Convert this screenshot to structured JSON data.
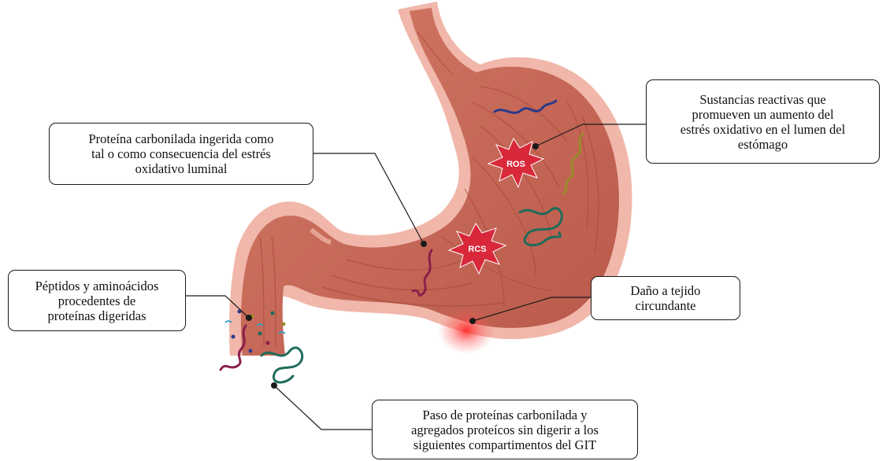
{
  "callouts": {
    "ingested_protein": {
      "lines": [
        "Proteína carbonilada ingerida como",
        "tal o como consecuencia del estrés",
        "oxidativo luminal"
      ]
    },
    "reactive_substances": {
      "lines": [
        "Sustancias reactivas que",
        "promueven un aumento del",
        "estrés oxidativo en el lumen del",
        "estómago"
      ]
    },
    "peptides": {
      "lines": [
        "Péptidos y aminoácidos",
        "procedentes de",
        "proteínas digeridas"
      ]
    },
    "tissue_damage": {
      "lines": [
        "Daño a tejido",
        "circundante"
      ]
    },
    "passage": {
      "lines": [
        "Paso de proteínas carbonilada y",
        "agregados proteícos sin digerir a los",
        "siguientes compartimentos del GIT"
      ]
    }
  },
  "markers": {
    "ros": "ROS",
    "rcs": "RCS"
  },
  "colors": {
    "stomach_wall": "#e8a99c",
    "stomach_body": "#c96a58",
    "stomach_dark": "#a84a3c",
    "burst": "#d9283a",
    "protein_blue": "#2a3a8c",
    "protein_olive": "#9a8a2a",
    "protein_green": "#1f6b5a",
    "protein_maroon": "#8a1f4a",
    "damage_glow": "#ff3030"
  }
}
